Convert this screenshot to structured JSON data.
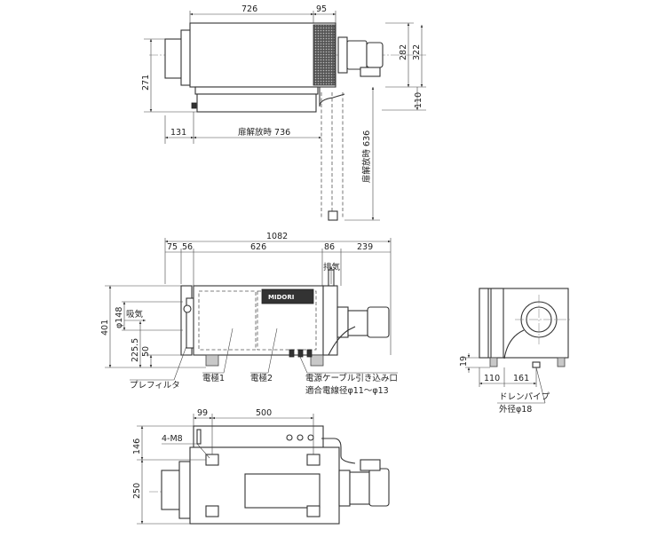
{
  "top_view": {
    "dims": {
      "body_length": "726",
      "fan_width": "95",
      "height_282": "282",
      "height_322": "322",
      "height_271": "271",
      "offset_110": "110",
      "left_131": "131",
      "door_open_h": "扉解放時 736",
      "door_open_v": "扉解放時 636"
    }
  },
  "front_view": {
    "dims": {
      "overall": "1082",
      "d75": "75",
      "d56": "56",
      "d626": "626",
      "d86": "86",
      "d239": "239",
      "h401": "401",
      "dia148": "φ148",
      "h225_5": "225.5",
      "h50": "50"
    },
    "labels": {
      "exhaust": "排気",
      "intake": "吸気",
      "prefilter": "プレフィルタ",
      "electrode1": "電極1",
      "electrode2": "電極2",
      "cable_entry": "電源ケーブル引き込み口",
      "wire_diameter": "適合電線径φ11～φ13",
      "brand_logo": "MIDORI"
    }
  },
  "side_view": {
    "dims": {
      "h19": "19",
      "d110": "110",
      "d161": "161"
    },
    "labels": {
      "drain_pipe": "ドレンパイプ",
      "outer_diameter": "外径φ18"
    }
  },
  "bottom_view": {
    "dims": {
      "d99": "99",
      "d500": "500",
      "h146": "146",
      "h250": "250"
    },
    "labels": {
      "bolt": "4-M8"
    }
  }
}
